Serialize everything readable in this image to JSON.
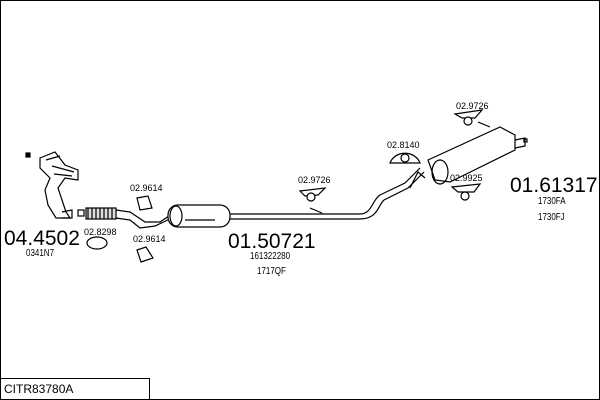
{
  "reference": "CITR83780A",
  "parts": [
    {
      "number": "04.4502",
      "codes": [
        "0341N7"
      ]
    },
    {
      "number": "01.50721",
      "codes": [
        "161322280",
        "1717QF"
      ]
    },
    {
      "number": "01.61317",
      "codes": [
        "1730FA",
        "1730FJ"
      ]
    }
  ],
  "fittings": [
    "02.8298",
    "02.9614",
    "02.9614",
    "02.9726",
    "02.8140",
    "02.9726",
    "02.9925"
  ]
}
